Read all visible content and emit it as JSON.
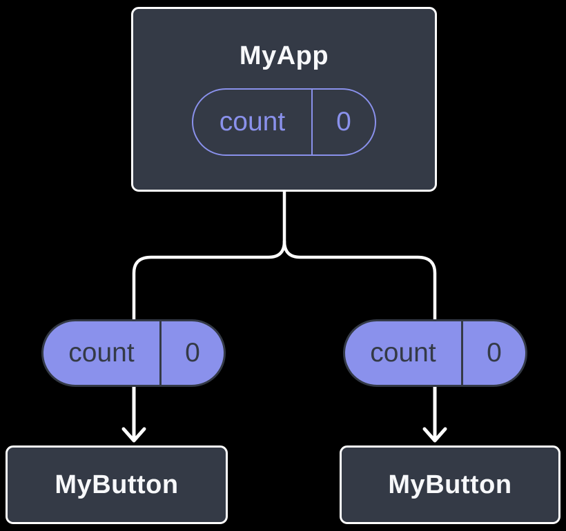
{
  "diagram": {
    "type": "component-tree",
    "colors": {
      "background": "#000000",
      "node_fill": "#343A46",
      "node_border": "#FFFFFF",
      "accent_purple": "#8A91EC",
      "pill_dark_text": "#343A46",
      "title_text": "#F7F8FA",
      "connector": "#FFFFFF"
    },
    "root_node": {
      "title": "MyApp",
      "state_pill": {
        "label": "count",
        "value": "0"
      }
    },
    "child_nodes": [
      {
        "title": "MyButton",
        "prop_pill": {
          "label": "count",
          "value": "0"
        }
      },
      {
        "title": "MyButton",
        "prop_pill": {
          "label": "count",
          "value": "0"
        }
      }
    ]
  }
}
